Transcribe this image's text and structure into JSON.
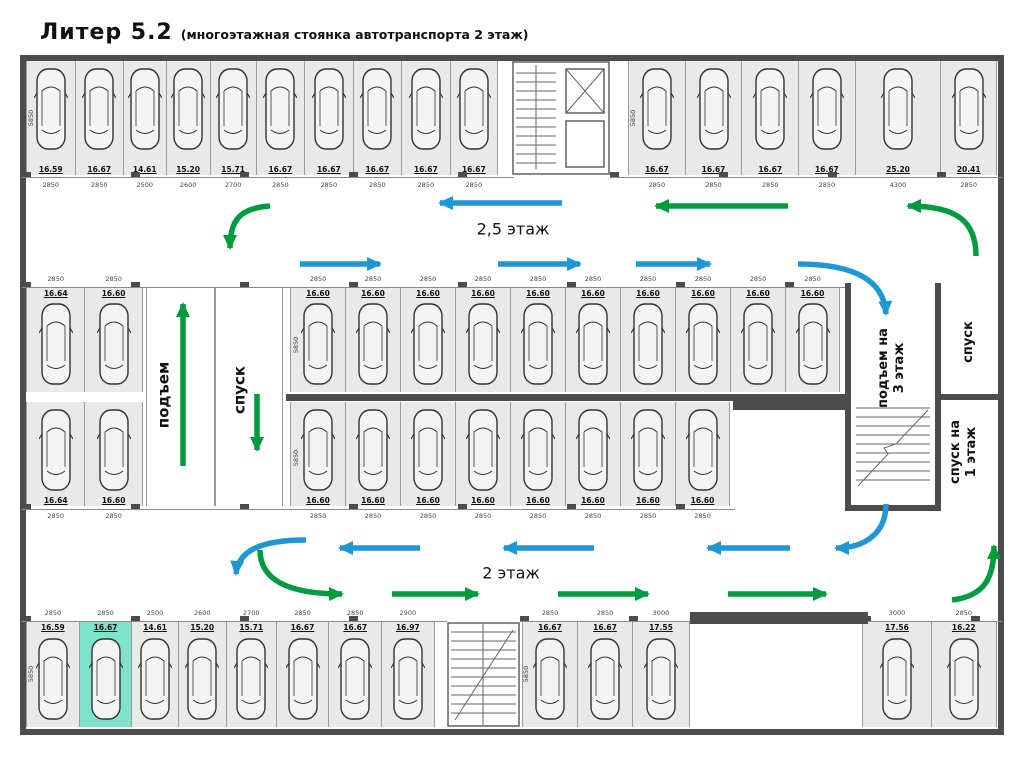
{
  "title": "Литер 5.2",
  "subtitle": "(многоэтажная стоянка автотранспорта 2 этаж)",
  "colors": {
    "flow-level": "#1f97d4",
    "flow-updown": "#009b3e",
    "stall-fill": "#e9e9e9",
    "highlight": "#7fe2cb",
    "wall": "#4c4c4c"
  },
  "flow": {
    "upper_label": "2,5 этаж",
    "lower_label": "2 этаж"
  },
  "ramps": {
    "left_up": "подъем",
    "left_down": "спуск",
    "right_up_l1": "подъем на",
    "right_up_l2": "3 этаж",
    "right_top": "спуск",
    "right_down_l1": "спуск на",
    "right_down_l2": "1 этаж"
  },
  "depth_dim": "5850",
  "zones": {
    "top_left": {
      "stalls": [
        {
          "area": "16.59",
          "dim": "2850"
        },
        {
          "area": "16.67",
          "dim": "2850"
        },
        {
          "area": "14.61",
          "dim": "2500"
        },
        {
          "area": "15.20",
          "dim": "2600"
        },
        {
          "area": "15.71",
          "dim": "2700"
        },
        {
          "area": "16.67",
          "dim": "2850"
        },
        {
          "area": "16.67",
          "dim": "2850"
        },
        {
          "area": "16.67",
          "dim": "2850"
        },
        {
          "area": "16.67",
          "dim": "2850"
        },
        {
          "area": "16.67",
          "dim": "2850"
        }
      ]
    },
    "top_right": {
      "stalls": [
        {
          "area": "16.67",
          "dim": "2850"
        },
        {
          "area": "16.67",
          "dim": "2850"
        },
        {
          "area": "16.67",
          "dim": "2850"
        },
        {
          "area": "16.67",
          "dim": "2850"
        },
        {
          "area": "25.20",
          "dim": "4300"
        },
        {
          "area": "20.41",
          "dim": "2850"
        }
      ]
    },
    "mid_left_top": {
      "stalls": [
        {
          "area": "16.64",
          "dim": "2850"
        },
        {
          "area": "16.60",
          "dim": "2850"
        }
      ]
    },
    "mid_left_bottom": {
      "stalls": [
        {
          "area": "16.64",
          "dim": "2850"
        },
        {
          "area": "16.60",
          "dim": "2850"
        }
      ]
    },
    "mid_center_top": {
      "stalls": [
        {
          "area": "16.60",
          "dim": "2850"
        },
        {
          "area": "16.60",
          "dim": "2850"
        },
        {
          "area": "16.60",
          "dim": "2850"
        },
        {
          "area": "16.60",
          "dim": "2850"
        },
        {
          "area": "16.60",
          "dim": "2850"
        },
        {
          "area": "16.60",
          "dim": "2850"
        },
        {
          "area": "16.60",
          "dim": "2850"
        },
        {
          "area": "16.60",
          "dim": "2850"
        },
        {
          "area": "16.60",
          "dim": "2850"
        },
        {
          "area": "16.60",
          "dim": "2850"
        }
      ]
    },
    "mid_center_bottom": {
      "stalls": [
        {
          "area": "16.60",
          "dim": "2850"
        },
        {
          "area": "16.60",
          "dim": "2850"
        },
        {
          "area": "16.60",
          "dim": "2850"
        },
        {
          "area": "16.60",
          "dim": "2850"
        },
        {
          "area": "16.60",
          "dim": "2850"
        },
        {
          "area": "16.60",
          "dim": "2850"
        },
        {
          "area": "16.60",
          "dim": "2850"
        },
        {
          "area": "16.60",
          "dim": "2850"
        }
      ]
    },
    "bottom_left": {
      "stalls": [
        {
          "area": "16.59",
          "dim": "2850"
        },
        {
          "area": "16.67",
          "dim": "2850",
          "highlight": true
        },
        {
          "area": "14.61",
          "dim": "2500"
        },
        {
          "area": "15.20",
          "dim": "2600"
        },
        {
          "area": "15.71",
          "dim": "2700"
        },
        {
          "area": "16.67",
          "dim": "2850"
        },
        {
          "area": "16.67",
          "dim": "2850"
        },
        {
          "area": "16.97",
          "dim": "2900"
        }
      ]
    },
    "bottom_mid": {
      "stalls": [
        {
          "area": "16.67",
          "dim": "2850"
        },
        {
          "area": "16.67",
          "dim": "2850"
        },
        {
          "area": "17.55",
          "dim": "3000"
        }
      ]
    },
    "bottom_right": {
      "stalls": [
        {
          "area": "17.56",
          "dim": "3000"
        },
        {
          "area": "16.22",
          "dim": "2850"
        }
      ]
    }
  }
}
